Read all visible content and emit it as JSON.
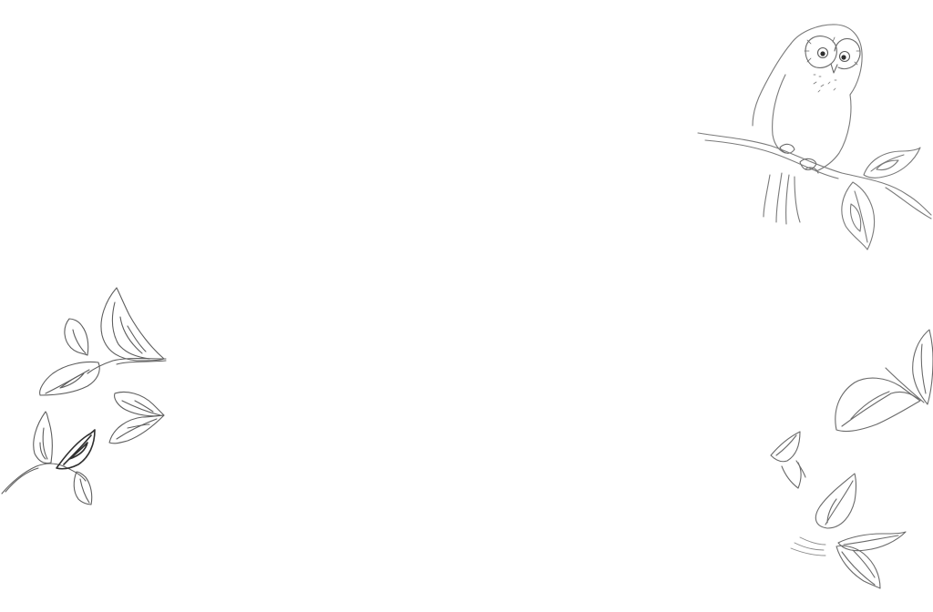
{
  "scene": {
    "background_color": "#ffffff",
    "ink_color": "#6b6b6b",
    "dark_ink_color": "#3a3a3a",
    "illustrations": [
      {
        "name": "owl-on-branch"
      },
      {
        "name": "leafy-branch-left"
      },
      {
        "name": "leaves-bottom-right"
      }
    ]
  }
}
